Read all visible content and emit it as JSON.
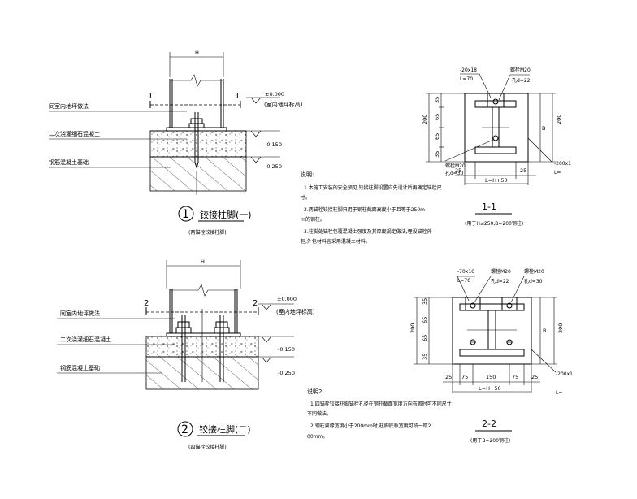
{
  "detail1": {
    "dim_h": "H",
    "section_mark_left": "1",
    "section_mark_right": "1",
    "callout_top": "同室内地坪做法",
    "callout_mid": "二次浇灌细石混凝土",
    "callout_bot": "钢筋混凝土基础",
    "elev_zero": "±0.000",
    "elev_zero_note": "(室内地坪标高)",
    "elev_a": "-0.150",
    "elev_b": "-0.250",
    "number": "1",
    "title": "铰接柱脚(一)",
    "subtitle": "(两锚栓铰接柱脚)"
  },
  "detail2": {
    "dim_h": "H",
    "section_mark_left": "2",
    "section_mark_right": "2",
    "callout_top": "同室内地坪做法",
    "callout_mid": "二次浇灌细石混凝土",
    "callout_bot": "钢筋混凝土基础",
    "elev_zero": "±0.000",
    "elev_zero_note": "(室内地坪标高)",
    "elev_a": "-0.150",
    "elev_b": "-0.250",
    "number": "2",
    "title": "铰接柱脚(二)",
    "subtitle": "(四锚栓铰接柱脚)"
  },
  "notes1": {
    "heading": "说明:",
    "lines": [
      "1.本施工安装的安全预见,铰接柱脚设置应先设计后再确定锚栓尺",
      "寸。",
      "2.两锚栓铰接柱脚只用于钢柱截面高度小于且等于250m",
      "m的钢柱。",
      "3.柱脚处锚栓包覆混凝土强度及其厚度规定做法,埋设锚栓外",
      "包,外包材料宜采用混凝土材料。"
    ]
  },
  "notes2": {
    "heading": "说明2:",
    "lines": [
      "1.四锚栓铰接柱脚锚栓孔径在钢柱截面宽度方向布置时可不同尺寸",
      "不同做法。",
      "2.钢柱翼缘宽度小于200mm时,柱脚底板宽度可统一取2",
      "00mm。"
    ]
  },
  "section1": {
    "title": "1-1",
    "subtitle": "(用于H≤250,B=200钢柱)",
    "plate_note": "-20x18",
    "l_note": "L=70",
    "hole_label": "孔d=22",
    "bolt_label_top": "螺栓M20",
    "bolt_label_bot": "螺栓M20",
    "hole_label_bot": "孔d=30",
    "plate_label": "-200x1",
    "l_label": "L=",
    "dim_left_total": "200",
    "dim_right_total": "200",
    "dim_b": "B",
    "dim_segments": [
      "35",
      "65",
      "65",
      "35"
    ],
    "dim_bottom_left": "25",
    "dim_bottom_right": "25",
    "dim_bottom_total": "L=H+50"
  },
  "section2": {
    "title": "2-2",
    "subtitle": "(用于B=200钢柱)",
    "plate_note": "-70x16",
    "l_note": "L=70",
    "bolt_label_left": "螺栓M20",
    "bolt_label_right": "螺栓M20",
    "hole_label_left": "孔d=22",
    "hole_label_right": "孔d=30",
    "plate_label": "-200x1",
    "l_label": "L=",
    "dim_left_total": "200",
    "dim_right_total": "200",
    "dim_b": "B",
    "dim_segments": [
      "35",
      "65",
      "65",
      "35"
    ],
    "dim_bottom": [
      "25",
      "75",
      "150",
      "75",
      "25"
    ],
    "dim_bottom_total": "L=H+50"
  }
}
